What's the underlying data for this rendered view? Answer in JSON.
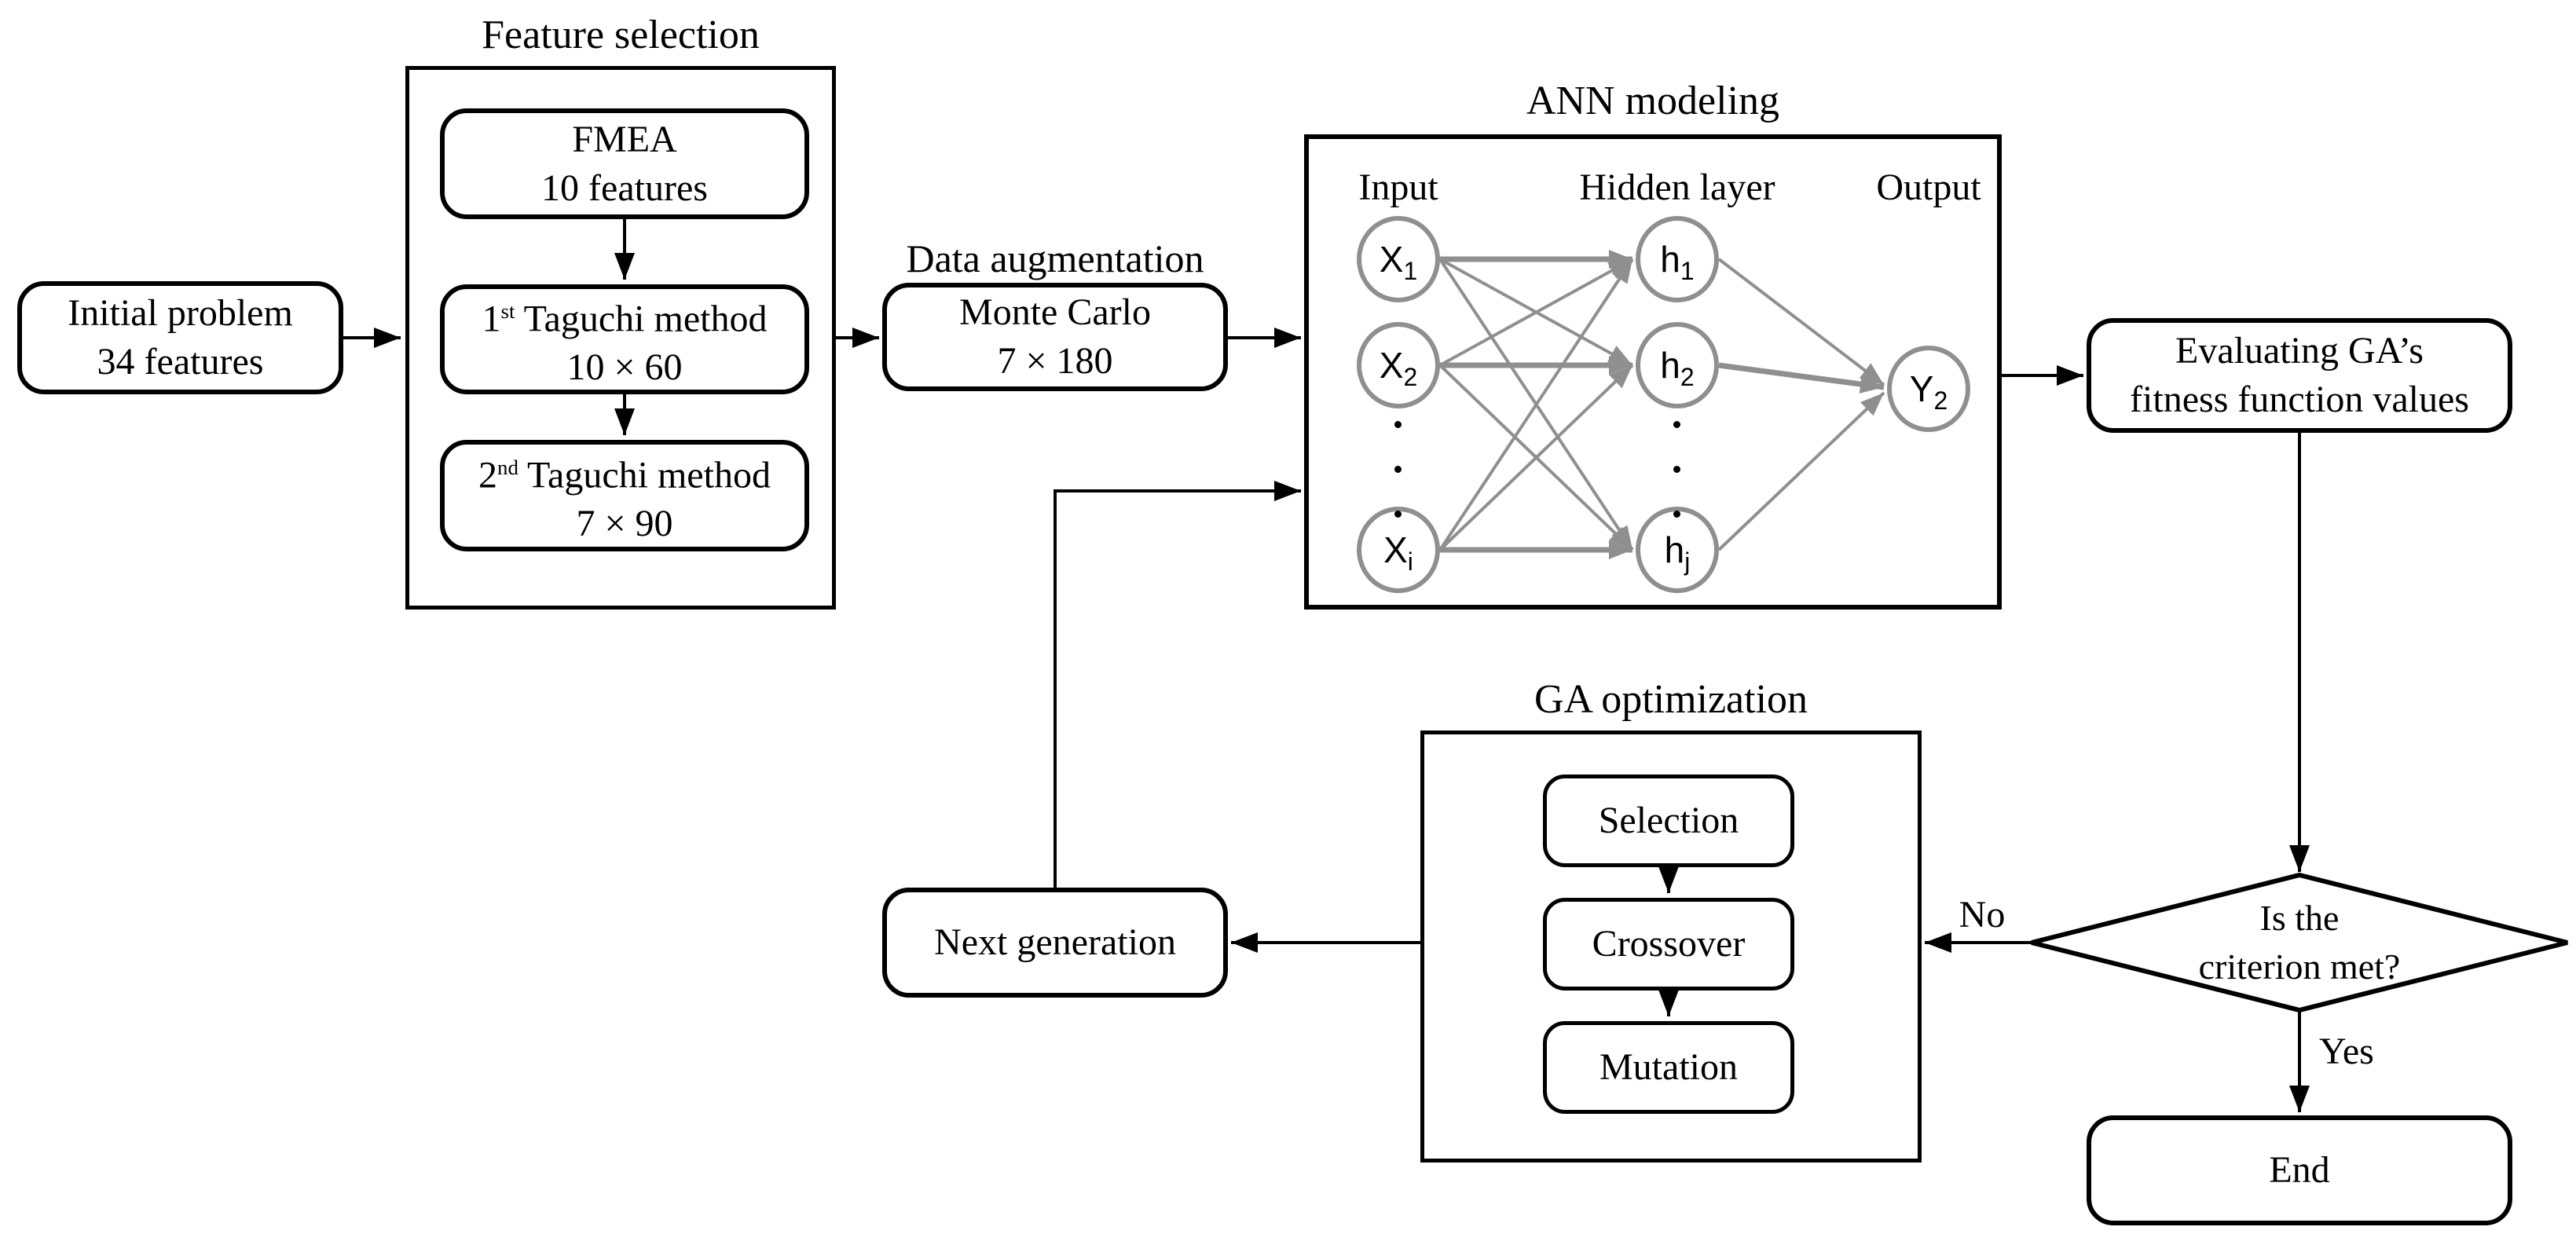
{
  "palette": {
    "line_black": "#000000",
    "nn_gray": "#8f8f8f",
    "background": "#ffffff"
  },
  "initial_problem": {
    "line1": "Initial problem",
    "line2": "34 features"
  },
  "feature_selection": {
    "title": "Feature selection",
    "fmea": {
      "line1": "FMEA",
      "line2": "10 features"
    },
    "taguchi1": {
      "num": "1",
      "sup": "st",
      "rest": " Taguchi method",
      "line2": "10 × 60"
    },
    "taguchi2": {
      "num": "2",
      "sup": "nd",
      "rest": " Taguchi method",
      "line2": "7 × 90"
    }
  },
  "data_augmentation": {
    "label": "Data augmentation",
    "box": {
      "line1": "Monte Carlo",
      "line2": "7 × 180"
    }
  },
  "ann": {
    "title": "ANN modeling",
    "labels": [
      "Input",
      "Hidden layer",
      "Output"
    ],
    "nodes": {
      "x1": {
        "base": "X",
        "sub": "1"
      },
      "x2": {
        "base": "X",
        "sub": "2"
      },
      "xi": {
        "base": "X",
        "sub": "i"
      },
      "h1": {
        "base": "h",
        "sub": "1"
      },
      "h2": {
        "base": "h",
        "sub": "2"
      },
      "hj": {
        "base": "h",
        "sub": "j"
      },
      "y2": {
        "base": "Y",
        "sub": "2"
      }
    },
    "edges": [
      "X1-h1",
      "X1-h2",
      "X1-hj",
      "X2-h1",
      "X2-h2",
      "X2-hj",
      "Xi-h1",
      "Xi-h2",
      "Xi-hj",
      "h1-Y2",
      "h2-Y2",
      "hj-Y2"
    ]
  },
  "evaluating": {
    "line1": "Evaluating GA’s",
    "line2": "fitness function values"
  },
  "decision": {
    "line1": "Is the",
    "line2": "criterion met?",
    "no_label": "No",
    "yes_label": "Yes"
  },
  "ga": {
    "title": "GA optimization",
    "steps": [
      "Selection",
      "Crossover",
      "Mutation"
    ]
  },
  "next_generation": {
    "label": "Next generation"
  },
  "end": {
    "label": "End"
  }
}
